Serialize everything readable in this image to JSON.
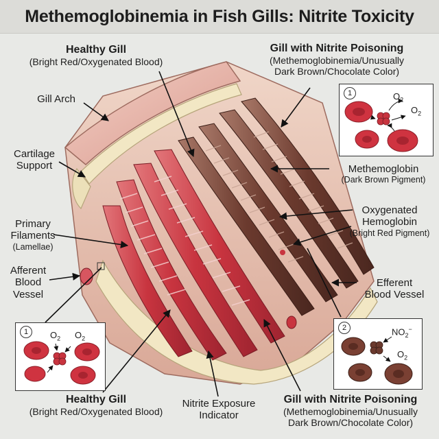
{
  "title": "Methemoglobinemia in Fish Gills: Nitrite Toxicity",
  "labels": {
    "healthy_top": {
      "heading": "Healthy Gill",
      "sub": "(Bright Red/Oxygenated Blood)"
    },
    "poison_top": {
      "heading": "Gill with Nitrite Poisoning",
      "sub1": "(Methemoglobinemia/Unusually",
      "sub2": "Dark Brown/Chocolate Color)"
    },
    "gill_arch": "Gill Arch",
    "cartilage": {
      "line1": "Cartilage",
      "line2": "Support"
    },
    "primary_filaments": {
      "line1": "Primary",
      "line2": "Filaments",
      "line3": "(Lamellae)"
    },
    "afferent": {
      "line1": "Afferent",
      "line2": "Blood",
      "line3": "Vessel"
    },
    "methemoglobin": {
      "line1": "Methemoglobin",
      "line2": "(Dark Brown Pigment)"
    },
    "oxygenated": {
      "line1": "Oxygenated",
      "line2": "Hemoglobin",
      "line3": "(Bright Red Pigment)"
    },
    "efferent": {
      "line1": "Efferent",
      "line2": "Blood Vessel"
    },
    "healthy_bottom": {
      "heading": "Healthy Gill",
      "sub": "(Bright Red/Oxygenated Blood)"
    },
    "nitrite_indicator": {
      "line1": "Nitrite Exposure",
      "line2": "Indicator"
    },
    "poison_bottom": {
      "heading": "Gill with Nitrite Poisoning",
      "sub1": "(Methemoglobinemia/Unusually",
      "sub2": "Dark Brown/Chocolate Color)"
    }
  },
  "insets": {
    "top_right": {
      "number": "1",
      "o2_a": "O",
      "o2_b": "O",
      "sub": "2"
    },
    "bottom_left": {
      "number": "1",
      "o2_a": "O",
      "o2_b": "O",
      "sub": "2"
    },
    "bottom_right": {
      "number": "2",
      "no2": "NO",
      "no2_sub": "2",
      "no2_sup": "−",
      "o2": "O",
      "sub": "2"
    }
  },
  "colors": {
    "healthy_red": "#c8343f",
    "healthy_light": "#e27a7c",
    "brown": "#6b3a2e",
    "brown_light": "#9a6a5a",
    "tissue_pink": "#e9b9ae",
    "cartilage_cream": "#f2e7c4"
  }
}
